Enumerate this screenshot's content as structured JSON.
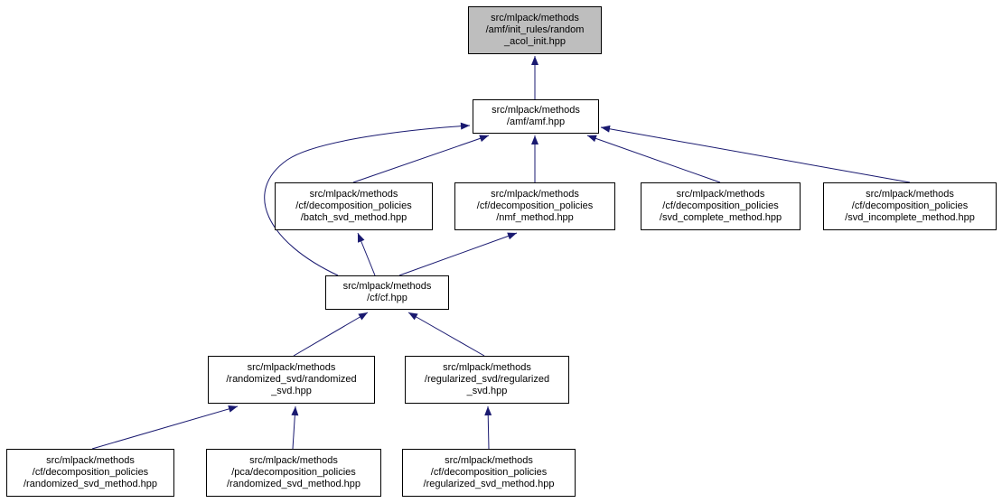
{
  "colors": {
    "edge": "#191970",
    "node_fill": "#ffffff",
    "node_border": "#000000",
    "root_node_fill": "#bebebe",
    "background": "#ffffff"
  },
  "graph": {
    "type": "include-dependency-graph",
    "nodes": {
      "random_acol_init": {
        "label": "src/mlpack/methods\n/amf/init_rules/random\n_acol_init.hpp",
        "is_root": true
      },
      "amf": {
        "label": "src/mlpack/methods\n/amf/amf.hpp"
      },
      "batch_svd_method": {
        "label": "src/mlpack/methods\n/cf/decomposition_policies\n/batch_svd_method.hpp"
      },
      "nmf_method": {
        "label": "src/mlpack/methods\n/cf/decomposition_policies\n/nmf_method.hpp"
      },
      "svd_complete_method": {
        "label": "src/mlpack/methods\n/cf/decomposition_policies\n/svd_complete_method.hpp"
      },
      "svd_incomplete_method": {
        "label": "src/mlpack/methods\n/cf/decomposition_policies\n/svd_incomplete_method.hpp"
      },
      "cf": {
        "label": "src/mlpack/methods\n/cf/cf.hpp"
      },
      "randomized_svd": {
        "label": "src/mlpack/methods\n/randomized_svd/randomized\n_svd.hpp"
      },
      "regularized_svd": {
        "label": "src/mlpack/methods\n/regularized_svd/regularized\n_svd.hpp"
      },
      "cf_randomized_svd_method": {
        "label": "src/mlpack/methods\n/cf/decomposition_policies\n/randomized_svd_method.hpp"
      },
      "pca_randomized_svd_method": {
        "label": "src/mlpack/methods\n/pca/decomposition_policies\n/randomized_svd_method.hpp"
      },
      "cf_regularized_svd_method": {
        "label": "src/mlpack/methods\n/cf/decomposition_policies\n/regularized_svd_method.hpp"
      }
    },
    "edges": [
      {
        "from": "amf",
        "to": "random_acol_init"
      },
      {
        "from": "batch_svd_method",
        "to": "amf"
      },
      {
        "from": "nmf_method",
        "to": "amf"
      },
      {
        "from": "svd_complete_method",
        "to": "amf"
      },
      {
        "from": "svd_incomplete_method",
        "to": "amf"
      },
      {
        "from": "cf",
        "to": "amf"
      },
      {
        "from": "cf",
        "to": "batch_svd_method"
      },
      {
        "from": "cf",
        "to": "nmf_method"
      },
      {
        "from": "randomized_svd",
        "to": "cf"
      },
      {
        "from": "regularized_svd",
        "to": "cf"
      },
      {
        "from": "cf_randomized_svd_method",
        "to": "randomized_svd"
      },
      {
        "from": "pca_randomized_svd_method",
        "to": "randomized_svd"
      },
      {
        "from": "cf_regularized_svd_method",
        "to": "regularized_svd"
      }
    ]
  }
}
